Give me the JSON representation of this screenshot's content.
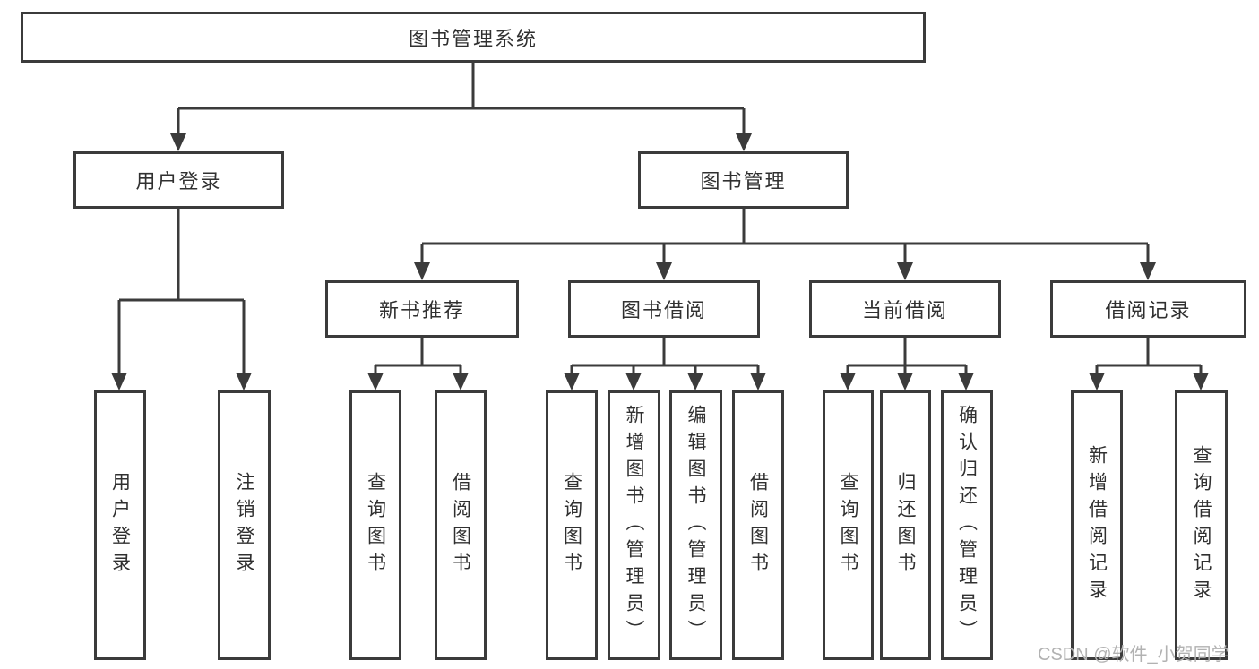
{
  "colors": {
    "line": "#3b3b3b",
    "box_border": "#3b3b3b",
    "text": "#303030",
    "watermark": "#b2b2b2",
    "background": "#ffffff"
  },
  "watermark": {
    "text": "CSDN @软件_小贺同学"
  },
  "tree": {
    "root": {
      "label": "图书管理系统"
    },
    "branches": [
      {
        "label": "用户登录",
        "children": [
          {
            "label": "用户登录"
          },
          {
            "label": "注销登录"
          }
        ]
      },
      {
        "label": "图书管理",
        "children": [
          {
            "label": "新书推荐",
            "children": [
              {
                "label": "查询图书"
              },
              {
                "label": "借阅图书"
              }
            ]
          },
          {
            "label": "图书借阅",
            "children": [
              {
                "label": "查询图书"
              },
              {
                "label": "新增图书（管理员）"
              },
              {
                "label": "编辑图书（管理员）"
              },
              {
                "label": "借阅图书"
              }
            ]
          },
          {
            "label": "当前借阅",
            "children": [
              {
                "label": "查询图书"
              },
              {
                "label": "归还图书"
              },
              {
                "label": "确认归还（管理员）"
              }
            ]
          },
          {
            "label": "借阅记录",
            "children": [
              {
                "label": "新增借阅记录"
              },
              {
                "label": "查询借阅记录"
              }
            ]
          }
        ]
      }
    ]
  }
}
